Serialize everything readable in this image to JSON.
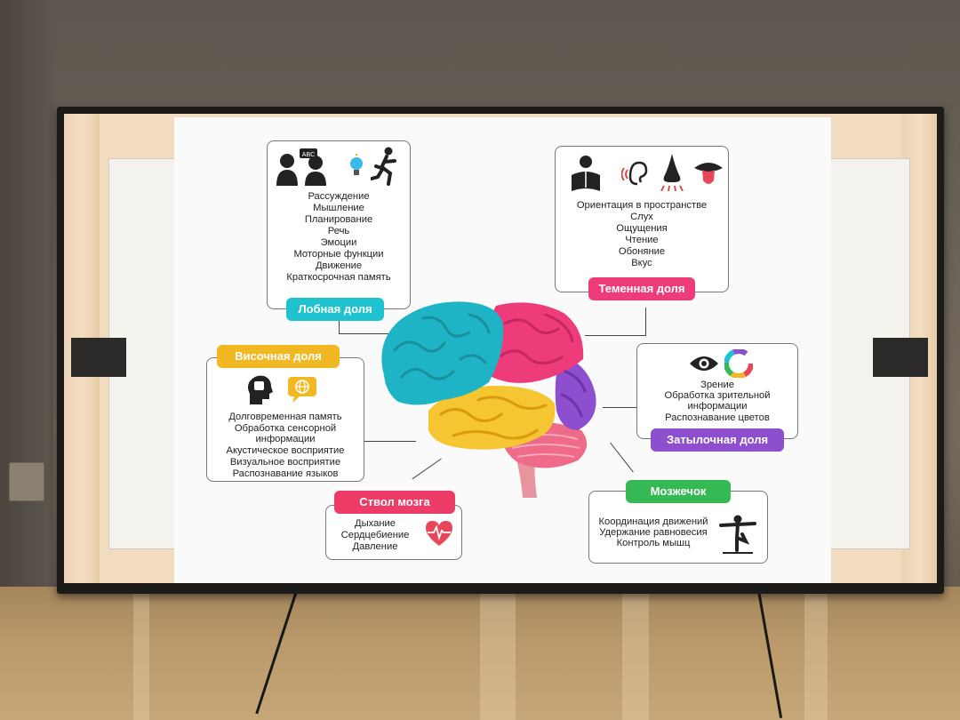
{
  "slide": {
    "lobes": [
      {
        "id": "frontal",
        "title": "Лобная доля",
        "color": "#1fc3cf",
        "items": [
          "Рассуждение",
          "Мышление",
          "Планирование",
          "Речь",
          "Эмоции",
          "Моторные функции",
          "Движение",
          "Краткосрочная память"
        ]
      },
      {
        "id": "parietal",
        "title": "Теменная доля",
        "color": "#ee3c7a",
        "items": [
          "Ориентация в пространстве",
          "Слух",
          "Ощущения",
          "Чтение",
          "Обоняние",
          "Вкус"
        ]
      },
      {
        "id": "temporal",
        "title": "Височная доля",
        "color": "#f2b824",
        "items": [
          "Долговременная память",
          "Обработка сенсорной",
          "информации",
          "Акустическое восприятие",
          "Визуальное восприятие",
          "Распознавание языков"
        ]
      },
      {
        "id": "occipital",
        "title": "Затылочная доля",
        "color": "#8e4fcf",
        "items": [
          "Зрение",
          "Обработка зрительной",
          "информации",
          "Распознавание цветов"
        ]
      },
      {
        "id": "brainstem",
        "title": "Ствол мозга",
        "color": "#ee3c68",
        "items": [
          "Дыхание",
          "Сердцебиение",
          "Давление"
        ]
      },
      {
        "id": "cerebellum",
        "title": "Мозжечок",
        "color": "#34b954",
        "items": [
          "Координация движений",
          "Удержание равновесия",
          "Контроль мышц"
        ]
      }
    ]
  },
  "icons": {
    "frontal": [
      "speaking-people-icon",
      "lightbulb-icon",
      "running-person-icon"
    ],
    "parietal": [
      "reading-person-icon",
      "ear-icon",
      "nose-icon",
      "tongue-icon"
    ],
    "temporal": [
      "head-profile-icon",
      "chat-globe-icon"
    ],
    "occipital": [
      "eye-icon",
      "color-wheel-icon"
    ],
    "brainstem": [
      "heartbeat-icon"
    ],
    "cerebellum": [
      "balance-person-icon"
    ]
  },
  "bubble_text": "ABC"
}
